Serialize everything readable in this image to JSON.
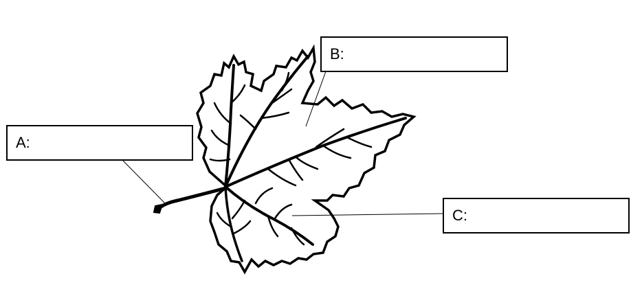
{
  "labels": {
    "a": "A:",
    "b": "B:",
    "c": "C:"
  },
  "colors": {
    "stroke": "#000000",
    "background": "#ffffff"
  }
}
